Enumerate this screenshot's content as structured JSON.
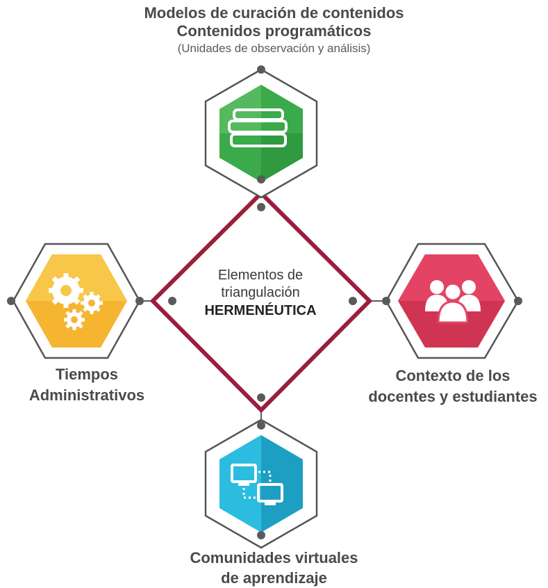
{
  "center": {
    "line1": "Elementos de",
    "line2": "triangulación",
    "line3": "HERMENÉUTICA"
  },
  "nodes": {
    "top": {
      "title_line1": "Modelos de curación de contenidos",
      "title_line2": "Contenidos programáticos",
      "subtitle": "(Unidades de observación y análisis)",
      "icon": "books-icon",
      "color": "#3aaa4a"
    },
    "left": {
      "line1": "Tiempos",
      "line2": "Administrativos",
      "icon": "gears-icon",
      "color": "#f5b531"
    },
    "right": {
      "line1": "Contexto de los",
      "line2": "docentes y estudiantes",
      "icon": "group-icon",
      "color": "#de3e5c"
    },
    "bottom": {
      "line1": "Comunidades virtuales",
      "line2": "de aprendizaje",
      "icon": "network-computers-icon",
      "color": "#22b2d6"
    }
  },
  "colors": {
    "diamond": "#9a1f3c",
    "hex_outline": "#555555",
    "connector": "#555555"
  }
}
